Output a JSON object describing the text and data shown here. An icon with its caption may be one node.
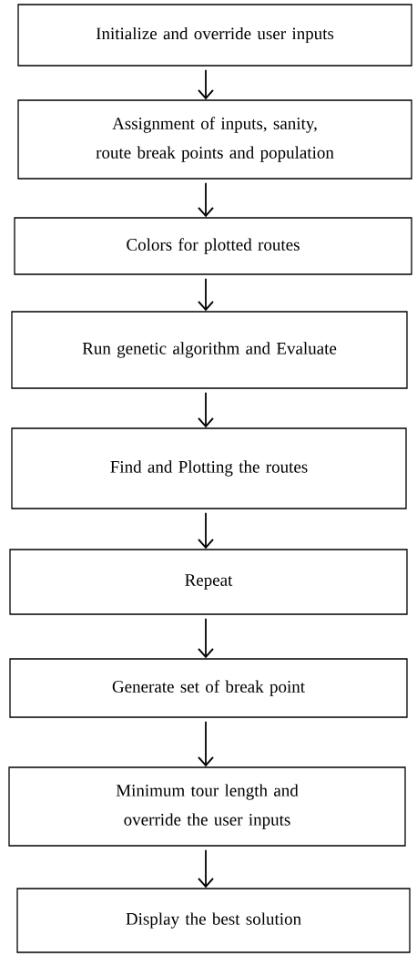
{
  "diagram": {
    "nodes": [
      {
        "text": [
          "Initialize and override user inputs"
        ]
      },
      {
        "text": [
          "Assignment of inputs, sanity, route break points and population"
        ]
      },
      {
        "text": [
          "Colors for plotted routes"
        ]
      },
      {
        "text": [
          "Run genetic algorithm and Evaluate"
        ]
      },
      {
        "text": [
          "Find and Plotting the routes"
        ]
      },
      {
        "text": [
          "Repeat"
        ]
      },
      {
        "text": [
          "Generate set of break point"
        ]
      },
      {
        "text": [
          "Minimum tour length and override the user inputs"
        ]
      },
      {
        "text": [
          "Display the best solution"
        ]
      }
    ],
    "edges": [
      {
        "from": 0,
        "to": 1,
        "arrow": "to"
      },
      {
        "from": 1,
        "to": 2,
        "arrow": "to"
      },
      {
        "from": 2,
        "to": 3,
        "arrow": "to"
      },
      {
        "from": 3,
        "to": 4,
        "arrow": "to"
      },
      {
        "from": 4,
        "to": 5,
        "arrow": "to"
      },
      {
        "from": 5,
        "to": 6,
        "arrow": "to"
      },
      {
        "from": 6,
        "to": 7,
        "arrow": "to"
      },
      {
        "from": 7,
        "to": 8,
        "arrow": "to"
      }
    ]
  }
}
